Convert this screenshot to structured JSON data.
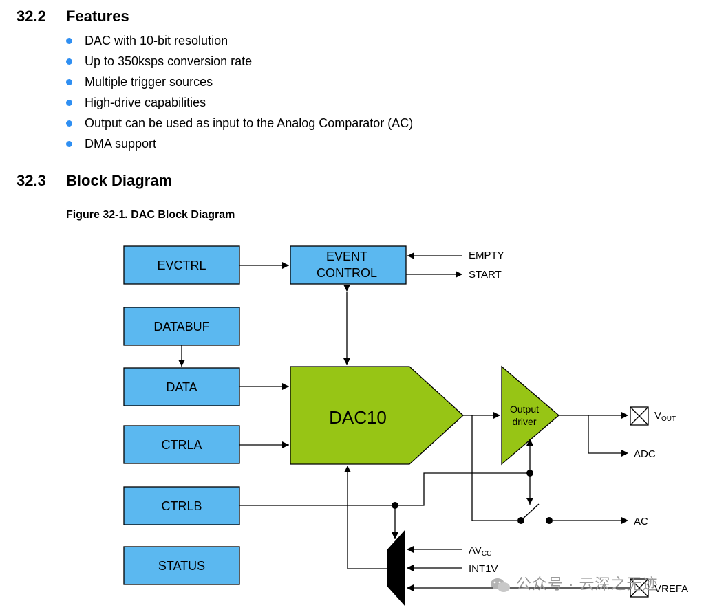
{
  "features_section": {
    "number": "32.2",
    "title": "Features"
  },
  "features": [
    "DAC with 10-bit resolution",
    "Up to 350ksps conversion rate",
    "Multiple trigger sources",
    "High-drive capabilities",
    "Output can be used as input to the Analog Comparator (AC)",
    "DMA support"
  ],
  "block_section": {
    "number": "32.3",
    "title": "Block Diagram"
  },
  "figure_caption": "Figure 32-1. DAC Block Diagram",
  "diagram": {
    "blocks": {
      "evctrl": "EVCTRL",
      "databuf": "DATABUF",
      "data": "DATA",
      "ctrla": "CTRLA",
      "ctrlb": "CTRLB",
      "status": "STATUS"
    },
    "event_control": {
      "line1": "EVENT",
      "line2": "CONTROL"
    },
    "dac": "DAC10",
    "output_driver": {
      "line1": "Output",
      "line2": "driver"
    },
    "signals": {
      "empty": "EMPTY",
      "start": "START",
      "vout_main": "V",
      "vout_sub": "OUT",
      "adc": "ADC",
      "ac": "AC",
      "avcc_main": "AV",
      "avcc_sub": "CC",
      "int1v": "INT1V",
      "vrefa": "VREFA"
    },
    "colors": {
      "register": "#5bb8f0",
      "dac": "#97c515",
      "text_bullet": "#2f8ff2"
    }
  },
  "watermark": "公众号 · 云深之无迹"
}
